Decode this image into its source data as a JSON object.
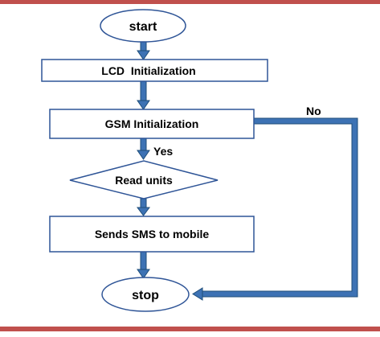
{
  "diagram": {
    "nodes": {
      "start": "start",
      "lcd": "LCD  Initialization",
      "gsm": "GSM Initialization",
      "read": "Read units",
      "sms": "Sends SMS to mobile",
      "stop": "stop"
    },
    "edges": {
      "yes": "Yes",
      "no": "No"
    }
  },
  "colors": {
    "frame": "#c0504d",
    "arrow": "#3d72b4",
    "arrow_edge": "#1f4e79",
    "node_stroke": "#2f5597",
    "text": "#000000"
  }
}
